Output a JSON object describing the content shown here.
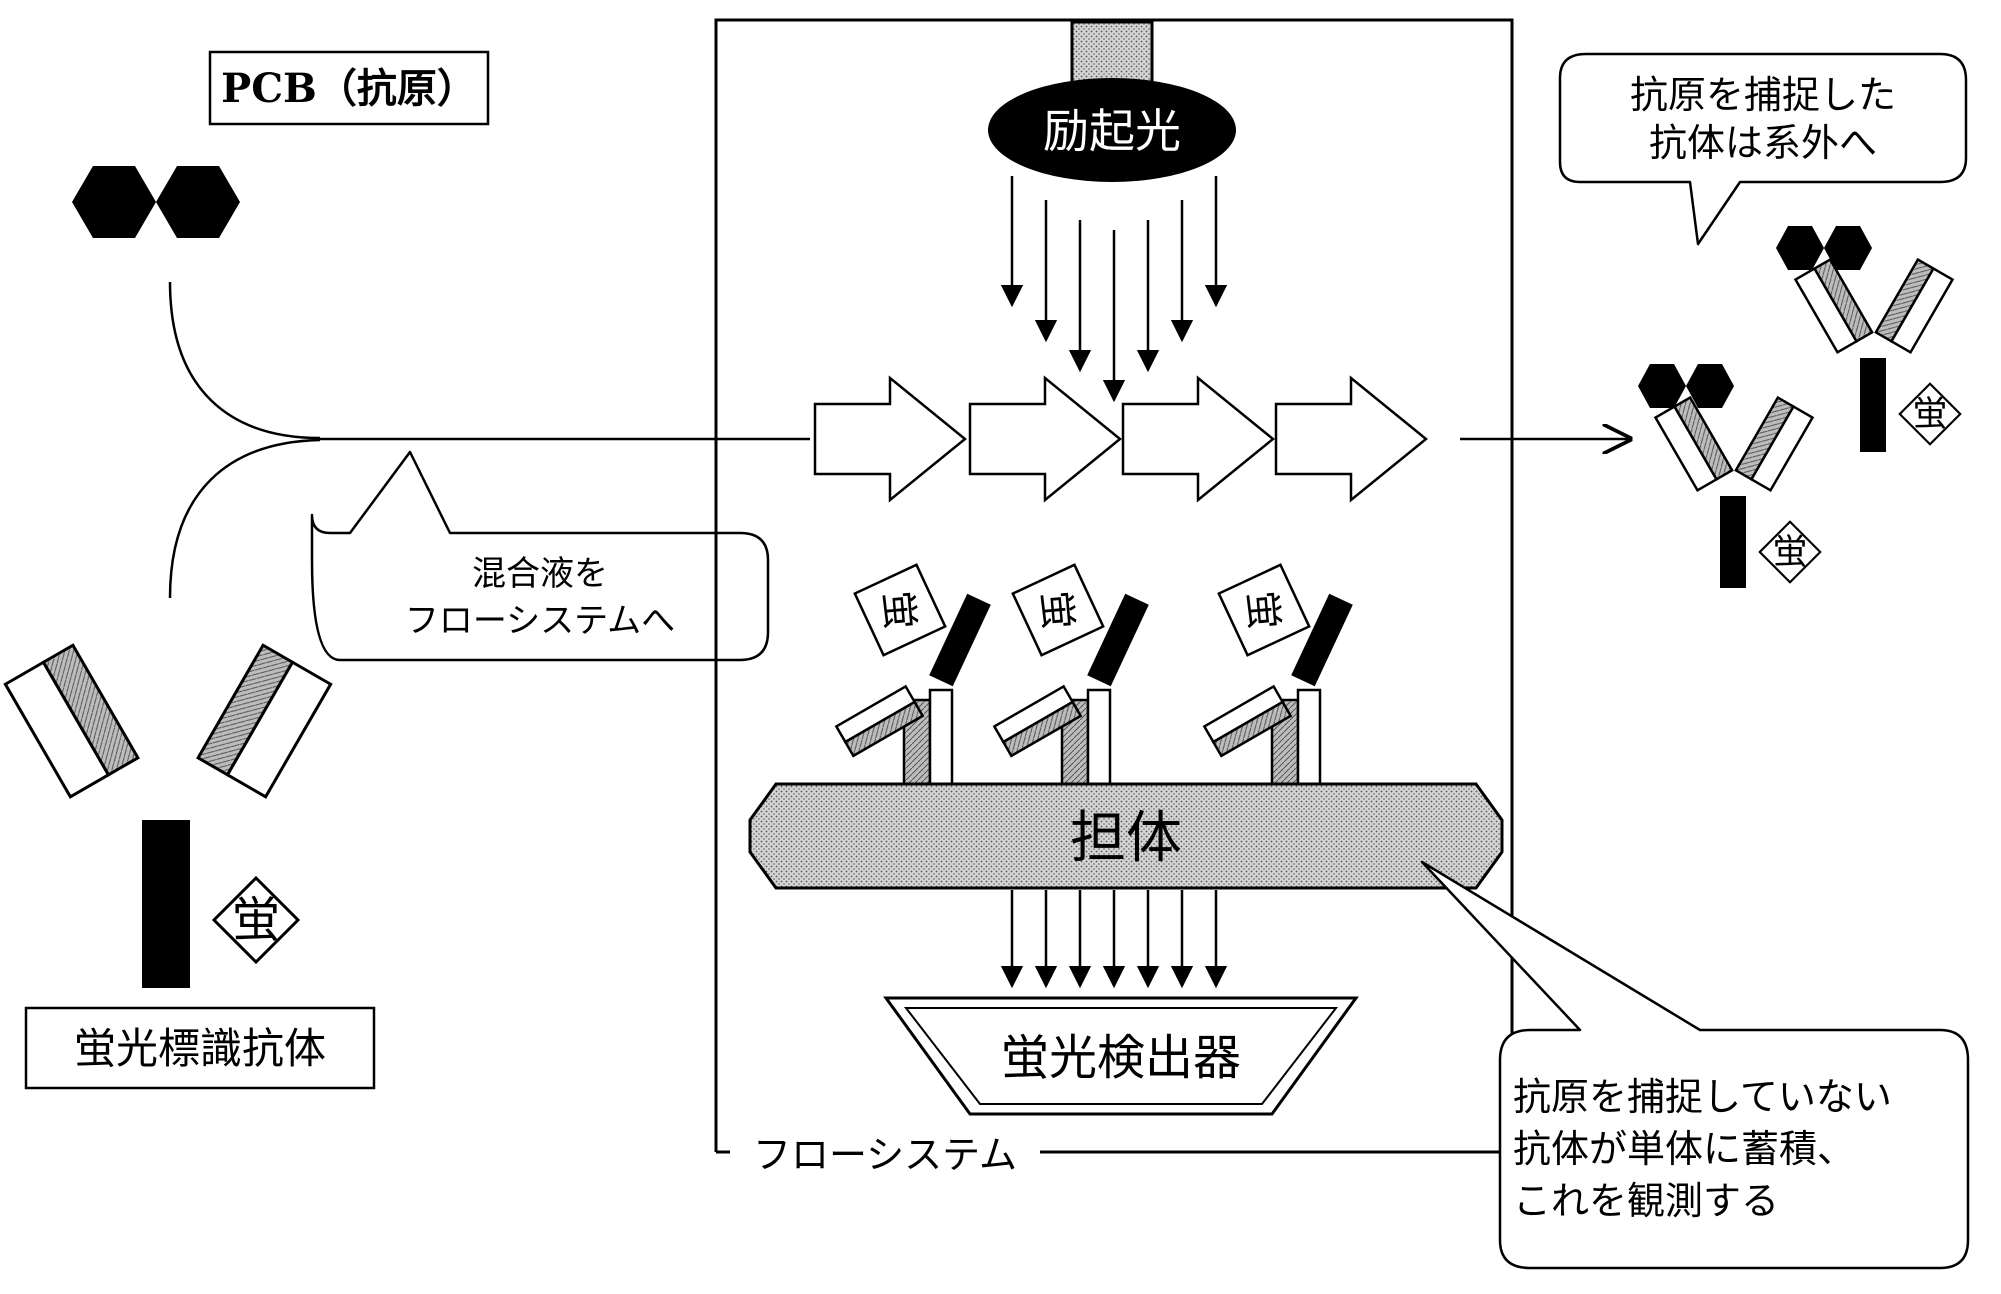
{
  "antigen": {
    "label": "PCB（抗原）"
  },
  "antibody": {
    "label": "蛍光標識抗体",
    "fluor_mark": "蛍"
  },
  "mixture_bubble": {
    "line1": "混合液を",
    "line2": "フローシステムへ"
  },
  "flow_system": {
    "label": "フローシステム"
  },
  "excitation": {
    "label": "励起光"
  },
  "carrier": {
    "label": "担体"
  },
  "detector": {
    "label": "蛍光検出器"
  },
  "captured_bubble": {
    "line1": "抗原を捕捉した",
    "line2": "抗体は系外へ"
  },
  "uncaptured_bubble": {
    "line1": "抗原を捕捉していない",
    "line2": "抗体が単体に蓄積、",
    "line3": "これを観測する"
  },
  "colors": {
    "ink": "#000000",
    "paper": "#ffffff",
    "gray_fill": "#bdbdbd",
    "dot_fill": "#c8c8c8"
  }
}
